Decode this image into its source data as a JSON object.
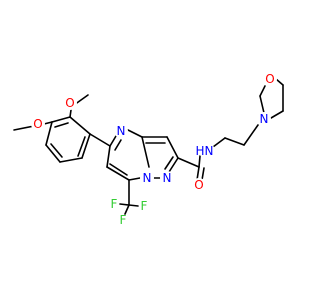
{
  "colors": {
    "background": "#ffffff",
    "bond": "#000000",
    "carbon": "#000000",
    "oxygen": "#ff0000",
    "nitrogen": "#0000ff",
    "fluorine": "#33cc33"
  },
  "labels": {
    "methoxy_o_top": "O",
    "methoxy_o_left": "O",
    "ring_n_pyrimidine": "N",
    "ring_n_bridge": "N",
    "ring_n_pyrazole": "N",
    "amide_n": "N",
    "amide_h": "H",
    "amide_o": "O",
    "morpholine_n": "N",
    "morpholine_o": "O",
    "fluorine_1": "F",
    "fluorine_2": "F",
    "fluorine_3": "F"
  }
}
